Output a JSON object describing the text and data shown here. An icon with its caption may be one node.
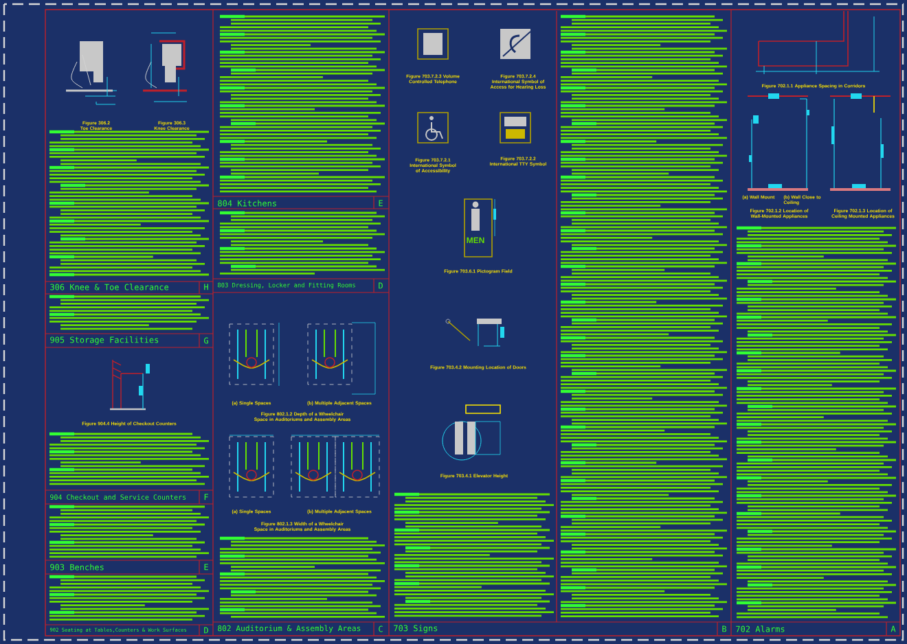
{
  "diagram": {
    "labels": [
      "Figure 306.2 Toe Clearance",
      "Figure 306.3 Knee Clearance",
      "306 Knee & Toe Clearance",
      "H",
      "905 Storage Facilities",
      "G",
      "Figure 904.4 Height of Checkout Counters",
      "904 Checkout and Service Counters",
      "F",
      "903 Benches",
      "E",
      "902 Seating at Tables,Counters & Work Surfaces",
      "D",
      "804 Kitchens",
      "E",
      "803 Dressing, Locker and Fitting Rooms",
      "D",
      "(a) Single Spaces",
      "(b) Multiple Adjacent Spaces",
      "Figure 802.1.2 Depth of a Wheelchair Space in Auditoriums and Assembly Areas",
      "(a) Single Spaces",
      "(b) Multiple Adjacent Spaces",
      "Figure 802.1.3 Width of a Wheelchair Space in Auditoriums and Assembly Areas",
      "802 Auditorium & Assembly Areas",
      "C",
      "Figure 703.7.2.3 Volume Controlled Telephone",
      "Figure 703.7.2.4 International Symbol of Access for Hearing Loss",
      "Figure 703.7.2.1 International Symbol of Accessibility",
      "Figure 703.7.2.2 International TTY Symbol",
      "MEN",
      "Figure 703.6.1 Pictogram Field",
      "Figure 703.4.2 Mounting Location of Doors",
      "Figure 703.4.1 Elevator Height",
      "703 Signs",
      "B",
      "Figure 702.1.1 Appliance Spacing in Corridors",
      "(a) Wall Mount",
      "(b) Wall Close to Ceiling",
      "Figure 702.1.2 Location of Wall-Mounted Appliances",
      "Figure 702.1.3 Location of Ceiling Mounted Appliances",
      "702 Alarms",
      "A"
    ]
  }
}
